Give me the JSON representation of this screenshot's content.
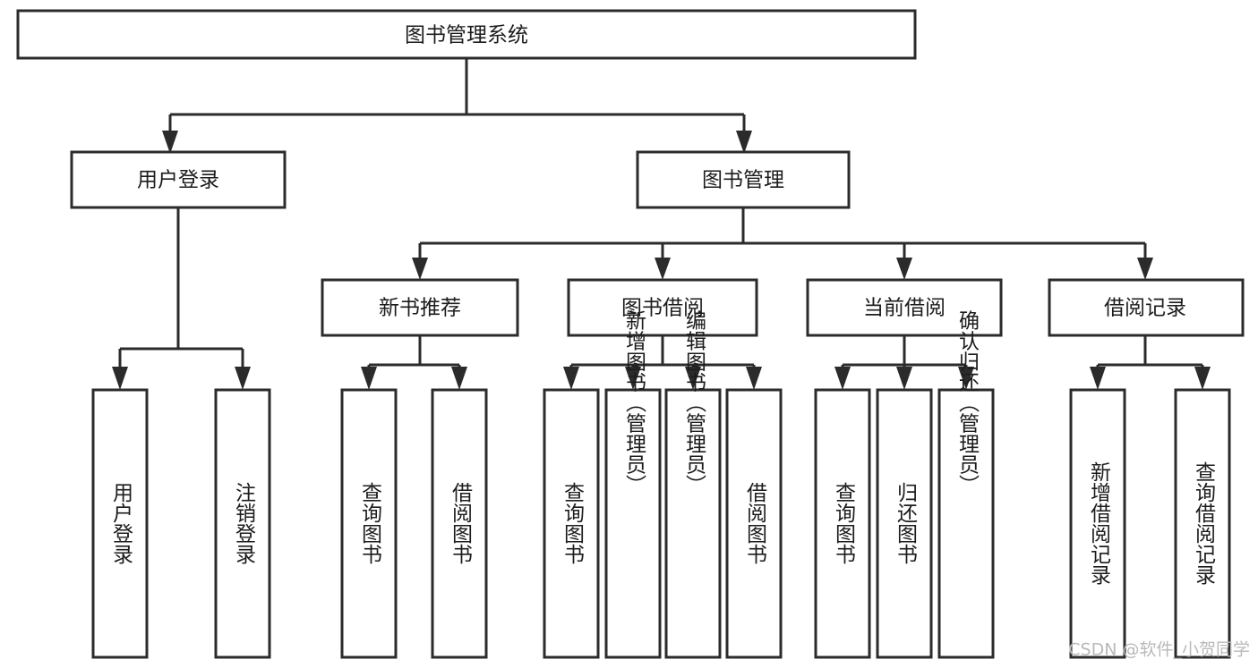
{
  "diagram": {
    "title": "图书管理系统",
    "watermark": "CSDN @软件_小贺同学",
    "nodes": {
      "root": {
        "label": "图书管理系统"
      },
      "level2": [
        {
          "id": "user-login",
          "label": "用户登录"
        },
        {
          "id": "book-manage",
          "label": "图书管理"
        }
      ],
      "level3": [
        {
          "id": "new-book-recommend",
          "label": "新书推荐"
        },
        {
          "id": "book-borrow",
          "label": "图书借阅"
        },
        {
          "id": "current-borrow",
          "label": "当前借阅"
        },
        {
          "id": "borrow-record",
          "label": "借阅记录"
        }
      ],
      "leaves": {
        "user_login": [
          {
            "id": "leaf-user-login",
            "label": "用户登录"
          },
          {
            "id": "leaf-logout-login",
            "label": "注销登录"
          }
        ],
        "new_book_recommend": [
          {
            "id": "leaf-query-book-1",
            "label": "查询图书"
          },
          {
            "id": "leaf-borrow-book-1",
            "label": "借阅图书"
          }
        ],
        "book_borrow": [
          {
            "id": "leaf-query-book-2",
            "label": "查询图书"
          },
          {
            "id": "leaf-add-book",
            "label": "新增图书（管理员）"
          },
          {
            "id": "leaf-edit-book",
            "label": "编辑图书（管理员）"
          },
          {
            "id": "leaf-borrow-book-2",
            "label": "借阅图书"
          }
        ],
        "current_borrow": [
          {
            "id": "leaf-query-book-3",
            "label": "查询图书"
          },
          {
            "id": "leaf-return-book",
            "label": "归还图书"
          },
          {
            "id": "leaf-confirm-return",
            "label": "确认归还（管理员）"
          }
        ],
        "borrow_record": [
          {
            "id": "leaf-add-record",
            "label": "新增借阅记录"
          },
          {
            "id": "leaf-query-record",
            "label": "查询借阅记录"
          }
        ]
      }
    },
    "colors": {
      "box_stroke": "#2b2b2b",
      "box_fill": "#ffffff",
      "text": "#1c1c1c",
      "watermark": "#b9b9b9",
      "background": "#ffffff"
    }
  },
  "chart_data": {
    "type": "diagram",
    "title": "图书管理系统",
    "structure": "tree",
    "levels": 4,
    "edges": [
      {
        "from": "图书管理系统",
        "to": "用户登录"
      },
      {
        "from": "图书管理系统",
        "to": "图书管理"
      },
      {
        "from": "用户登录",
        "to": "用户登录"
      },
      {
        "from": "用户登录",
        "to": "注销登录"
      },
      {
        "from": "图书管理",
        "to": "新书推荐"
      },
      {
        "from": "图书管理",
        "to": "图书借阅"
      },
      {
        "from": "图书管理",
        "to": "当前借阅"
      },
      {
        "from": "图书管理",
        "to": "借阅记录"
      },
      {
        "from": "新书推荐",
        "to": "查询图书"
      },
      {
        "from": "新书推荐",
        "to": "借阅图书"
      },
      {
        "from": "图书借阅",
        "to": "查询图书"
      },
      {
        "from": "图书借阅",
        "to": "新增图书（管理员）"
      },
      {
        "from": "图书借阅",
        "to": "编辑图书（管理员）"
      },
      {
        "from": "图书借阅",
        "to": "借阅图书"
      },
      {
        "from": "当前借阅",
        "to": "查询图书"
      },
      {
        "from": "当前借阅",
        "to": "归还图书"
      },
      {
        "from": "当前借阅",
        "to": "确认归还（管理员）"
      },
      {
        "from": "借阅记录",
        "to": "新增借阅记录"
      },
      {
        "from": "借阅记录",
        "to": "查询借阅记录"
      }
    ]
  }
}
